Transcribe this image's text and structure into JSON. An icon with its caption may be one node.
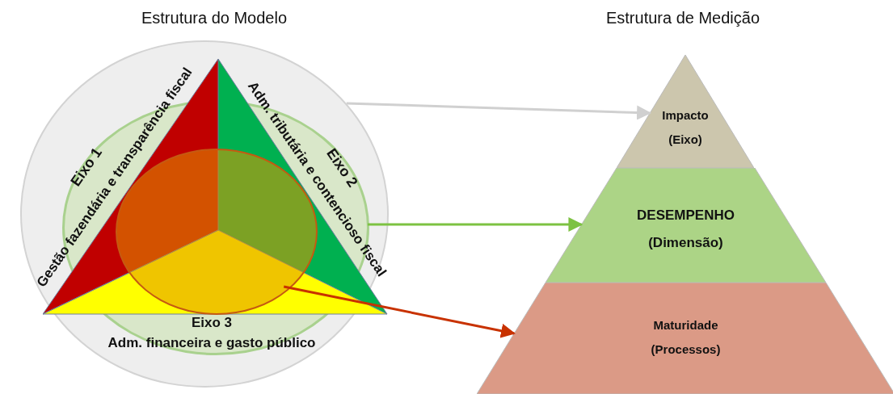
{
  "diagram": {
    "nodes": [
      {
        "text": [],
        "shape": "circle"
      },
      {
        "text": [],
        "shape": "circle",
        "in": 0
      },
      {
        "text": [],
        "shape": "circle",
        "in": 1
      },
      {
        "text": [
          "Impacto",
          "(Eixo)"
        ]
      },
      {
        "text": [
          "DESEMPENHO",
          "(Dimensão)"
        ]
      },
      {
        "text": [
          "Maturidade",
          "(Processos)"
        ]
      }
    ],
    "edges": [
      {
        "from": 0,
        "to": 3,
        "arrow": "to",
        "color": "#d0d0d0"
      },
      {
        "from": 1,
        "to": 4,
        "arrow": "to",
        "color": "#7dc242"
      },
      {
        "from": 2,
        "to": 5,
        "arrow": "to",
        "color": "#c83200"
      }
    ],
    "labels": [
      "Estrutura do Modelo",
      "Estrutura de Medição",
      "Eixo 1",
      "Gestão fazendária e transparência fiscal",
      "Adm. tributária e contencioso fiscal",
      "Eixo 2",
      "Eixo 3",
      "Adm. financeira e gasto público"
    ]
  }
}
